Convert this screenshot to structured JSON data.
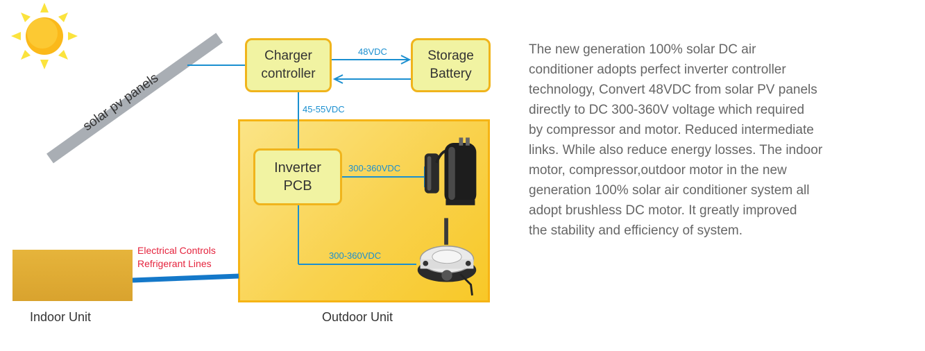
{
  "diagram": {
    "panels_label": "solar pv panels",
    "charger_label": "Charger\ncontroller",
    "battery_label": "Storage\nBattery",
    "inverter_label": "Inverter\nPCB",
    "v_48": "48VDC",
    "v_45_55": "45-55VDC",
    "v_compressor": "300-360VDC",
    "v_motor": "300-360VDC",
    "electrical_controls": "Electrical Controls",
    "refrigerant_lines": "Refrigerant Lines",
    "indoor_unit_label": "Indoor Unit",
    "outdoor_unit_label": "Outdoor Unit"
  },
  "description": {
    "lines": [
      "The new generation 100% solar DC air",
      "conditioner adopts perfect inverter controller",
      "technology, Convert 48VDC from solar PV panels",
      "directly to DC 300-360V voltage which required",
      "by compressor and motor. Reduced intermediate",
      "links. While also reduce energy losses. The indoor",
      "motor, compressor,outdoor motor in the new",
      "generation 100% solar air conditioner system all",
      "adopt brushless DC motor. It greatly improved",
      "the stability and efficiency of system."
    ]
  },
  "colors": {
    "box_fill": "#f1f3a2",
    "box_border": "#f0b41c",
    "outdoor_fill": "#f9d24e",
    "indoor_fill": "#d9a32e",
    "wire": "#1a8fd0",
    "red_text": "#e5233d"
  },
  "icons": [
    "sun-icon",
    "compressor-icon",
    "fan-motor-icon"
  ]
}
